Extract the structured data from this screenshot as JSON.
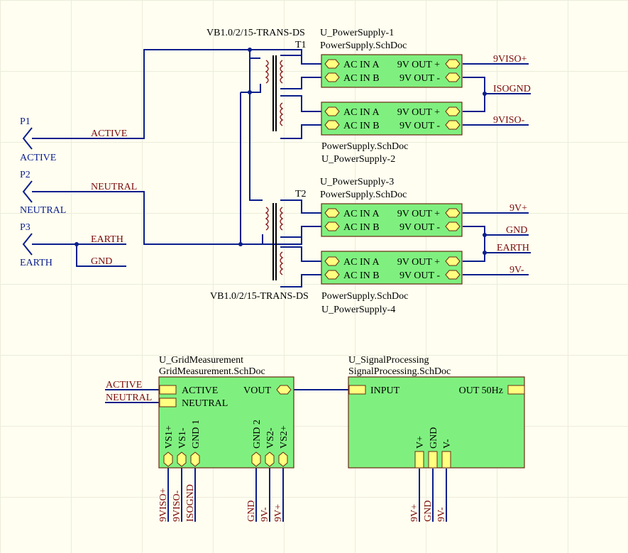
{
  "ports": {
    "p1": {
      "designator": "P1",
      "name": "ACTIVE"
    },
    "p2": {
      "designator": "P2",
      "name": "NEUTRAL"
    },
    "p3": {
      "designator": "P3",
      "name": "EARTH"
    }
  },
  "net_labels": {
    "active": "ACTIVE",
    "neutral": "NEUTRAL",
    "earth": "EARTH",
    "gnd": "GND",
    "viso_plus": "9VISO+",
    "isognd": "ISOGND",
    "viso_minus": "9VISO-",
    "v_plus": "9V+",
    "gnd2": "GND",
    "earth2": "EARTH",
    "v_minus": "9V-",
    "gm_active": "ACTIVE",
    "gm_neutral": "NEUTRAL"
  },
  "transformers": {
    "t1": {
      "designator": "T1",
      "part": "VB1.0/2/15-TRANS-DS"
    },
    "t2": {
      "designator": "T2",
      "part": "VB1.0/2/15-TRANS-DS"
    }
  },
  "power_supplies": [
    {
      "designator": "U_PowerSupply-1",
      "file": "PowerSupply.SchDoc",
      "in_a": "AC IN A",
      "in_b": "AC IN B",
      "out_plus": "9V OUT +",
      "out_minus": "9V OUT -"
    },
    {
      "designator": "U_PowerSupply-2",
      "file": "PowerSupply.SchDoc",
      "in_a": "AC IN A",
      "in_b": "AC IN B",
      "out_plus": "9V OUT +",
      "out_minus": "9V OUT -"
    },
    {
      "designator": "U_PowerSupply-3",
      "file": "PowerSupply.SchDoc",
      "in_a": "AC IN A",
      "in_b": "AC IN B",
      "out_plus": "9V OUT +",
      "out_minus": "9V OUT -"
    },
    {
      "designator": "U_PowerSupply-4",
      "file": "PowerSupply.SchDoc",
      "in_a": "AC IN A",
      "in_b": "AC IN B",
      "out_plus": "9V OUT +",
      "out_minus": "9V OUT -"
    }
  ],
  "grid_measurement": {
    "designator": "U_GridMeasurement",
    "file": "GridMeasurement.SchDoc",
    "entry_active": "ACTIVE",
    "entry_neutral": "NEUTRAL",
    "entry_vout": "VOUT",
    "pins": [
      "VS1+",
      "VS1-",
      "GND 1",
      "GND 2",
      "VS2-",
      "VS2+"
    ],
    "nets": [
      "9VISO+",
      "9VISO-",
      "ISOGND",
      "GND",
      "9V-",
      "9V+"
    ]
  },
  "signal_processing": {
    "designator": "U_SignalProcessing",
    "file": "SignalProcessing.SchDoc",
    "entry_input": "INPUT",
    "entry_out": "OUT 50Hz",
    "pins": [
      "V+",
      "GND",
      "V-"
    ],
    "nets": [
      "9V+",
      "GND",
      "9V-"
    ]
  }
}
